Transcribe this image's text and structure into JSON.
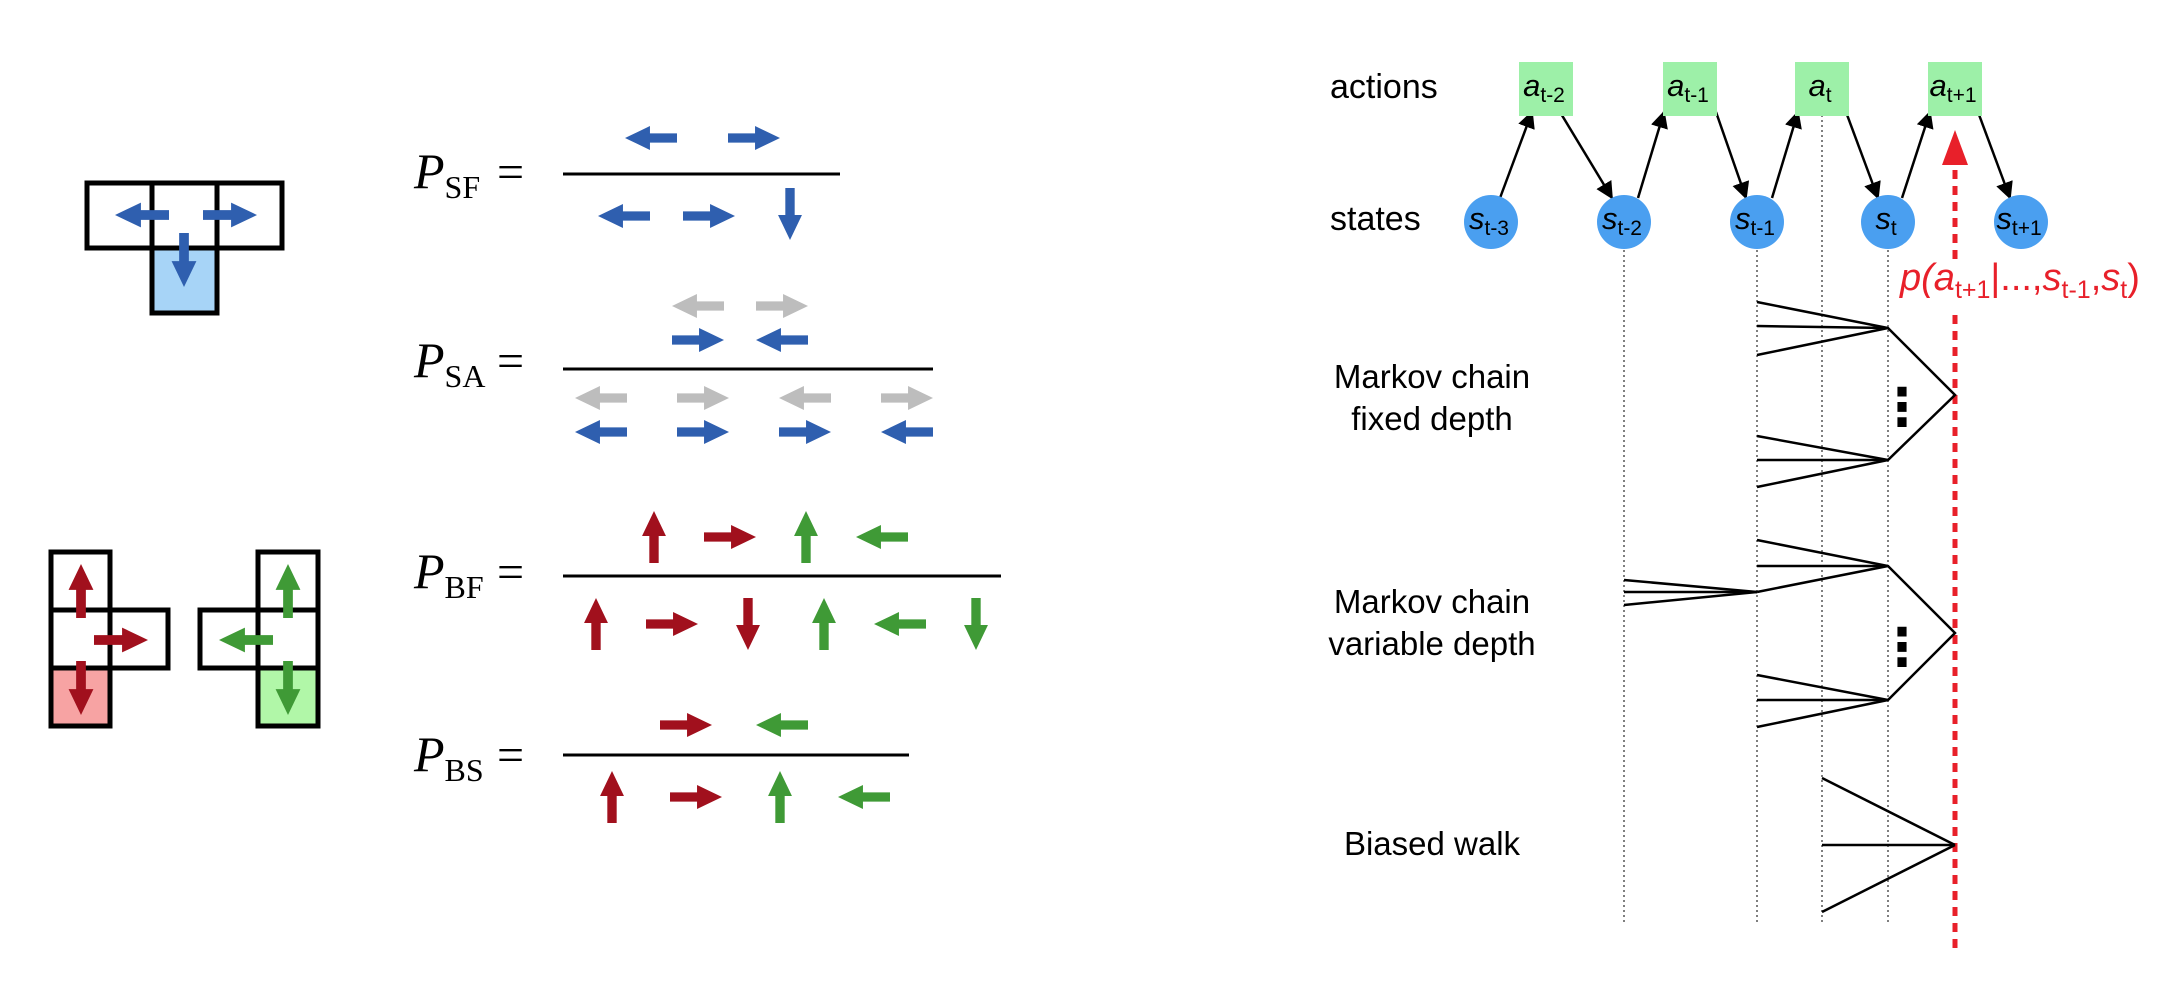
{
  "colors": {
    "blue": "#2f5faf",
    "red": "#a1101d",
    "green": "#3f9a36",
    "gray": "#bdbdbd",
    "state_node": "#4a9ff0",
    "action_node": "#9df0a8",
    "highlight": "#e8202a",
    "cell_blue": "#a7d4f7",
    "cell_red": "#f7a3a3",
    "cell_green": "#b1f7a8"
  },
  "equations": {
    "sf": {
      "letter": "P",
      "sub": "SF",
      "eq": "="
    },
    "sa": {
      "letter": "P",
      "sub": "SA",
      "eq": "="
    },
    "bf": {
      "letter": "P",
      "sub": "BF",
      "eq": "="
    },
    "bs": {
      "letter": "P",
      "sub": "BS",
      "eq": "="
    }
  },
  "fractions": {
    "sf": {
      "numerator": [
        {
          "dir": "left",
          "color": "blue"
        },
        {
          "dir": "right",
          "color": "blue"
        }
      ],
      "denominator": [
        {
          "dir": "left",
          "color": "blue"
        },
        {
          "dir": "right",
          "color": "blue"
        },
        {
          "dir": "down",
          "color": "blue"
        }
      ]
    },
    "sa": {
      "numerator": [
        [
          {
            "dir": "left",
            "color": "gray"
          },
          {
            "dir": "right",
            "color": "gray"
          }
        ],
        [
          {
            "dir": "right",
            "color": "blue"
          },
          {
            "dir": "left",
            "color": "blue"
          }
        ]
      ],
      "denominator": [
        [
          {
            "dir": "left",
            "color": "gray"
          },
          {
            "dir": "right",
            "color": "gray"
          },
          {
            "dir": "left",
            "color": "gray"
          },
          {
            "dir": "right",
            "color": "gray"
          }
        ],
        [
          {
            "dir": "left",
            "color": "blue"
          },
          {
            "dir": "right",
            "color": "blue"
          },
          {
            "dir": "right",
            "color": "blue"
          },
          {
            "dir": "left",
            "color": "blue"
          }
        ]
      ]
    },
    "bf": {
      "numerator": [
        {
          "dir": "up",
          "color": "red"
        },
        {
          "dir": "right",
          "color": "red"
        },
        {
          "dir": "up",
          "color": "green"
        },
        {
          "dir": "left",
          "color": "green"
        }
      ],
      "denominator": [
        {
          "dir": "up",
          "color": "red"
        },
        {
          "dir": "right",
          "color": "red"
        },
        {
          "dir": "down",
          "color": "red"
        },
        {
          "dir": "up",
          "color": "green"
        },
        {
          "dir": "left",
          "color": "green"
        },
        {
          "dir": "down",
          "color": "green"
        }
      ]
    },
    "bs": {
      "numerator": [
        {
          "dir": "right",
          "color": "red"
        },
        {
          "dir": "left",
          "color": "green"
        }
      ],
      "denominator": [
        {
          "dir": "up",
          "color": "red"
        },
        {
          "dir": "right",
          "color": "red"
        },
        {
          "dir": "up",
          "color": "green"
        },
        {
          "dir": "left",
          "color": "green"
        }
      ]
    }
  },
  "row_labels": {
    "actions": "actions",
    "states": "states"
  },
  "actions": [
    {
      "base": "a",
      "sub": "t-2"
    },
    {
      "base": "a",
      "sub": "t-1"
    },
    {
      "base": "a",
      "sub": "t"
    },
    {
      "base": "a",
      "sub": "t+1"
    }
  ],
  "states": [
    {
      "base": "s",
      "sub": "t-3"
    },
    {
      "base": "s",
      "sub": "t-2"
    },
    {
      "base": "s",
      "sub": "t-1"
    },
    {
      "base": "s",
      "sub": "t"
    },
    {
      "base": "s",
      "sub": "t+1"
    }
  ],
  "probability": {
    "p": "p(",
    "a": "a",
    "a_sub": "t+1",
    "mid": "|...,",
    "s1": "s",
    "s1_sub": "t-1",
    "comma": ",",
    "s2": "s",
    "s2_sub": "t",
    "close": ")"
  },
  "models": {
    "fixed": {
      "line1": "Markov chain",
      "line2": "fixed depth"
    },
    "variable": {
      "line1": "Markov chain",
      "line2": "variable depth"
    },
    "biased": {
      "label": "Biased walk"
    }
  },
  "dots": "⋮"
}
